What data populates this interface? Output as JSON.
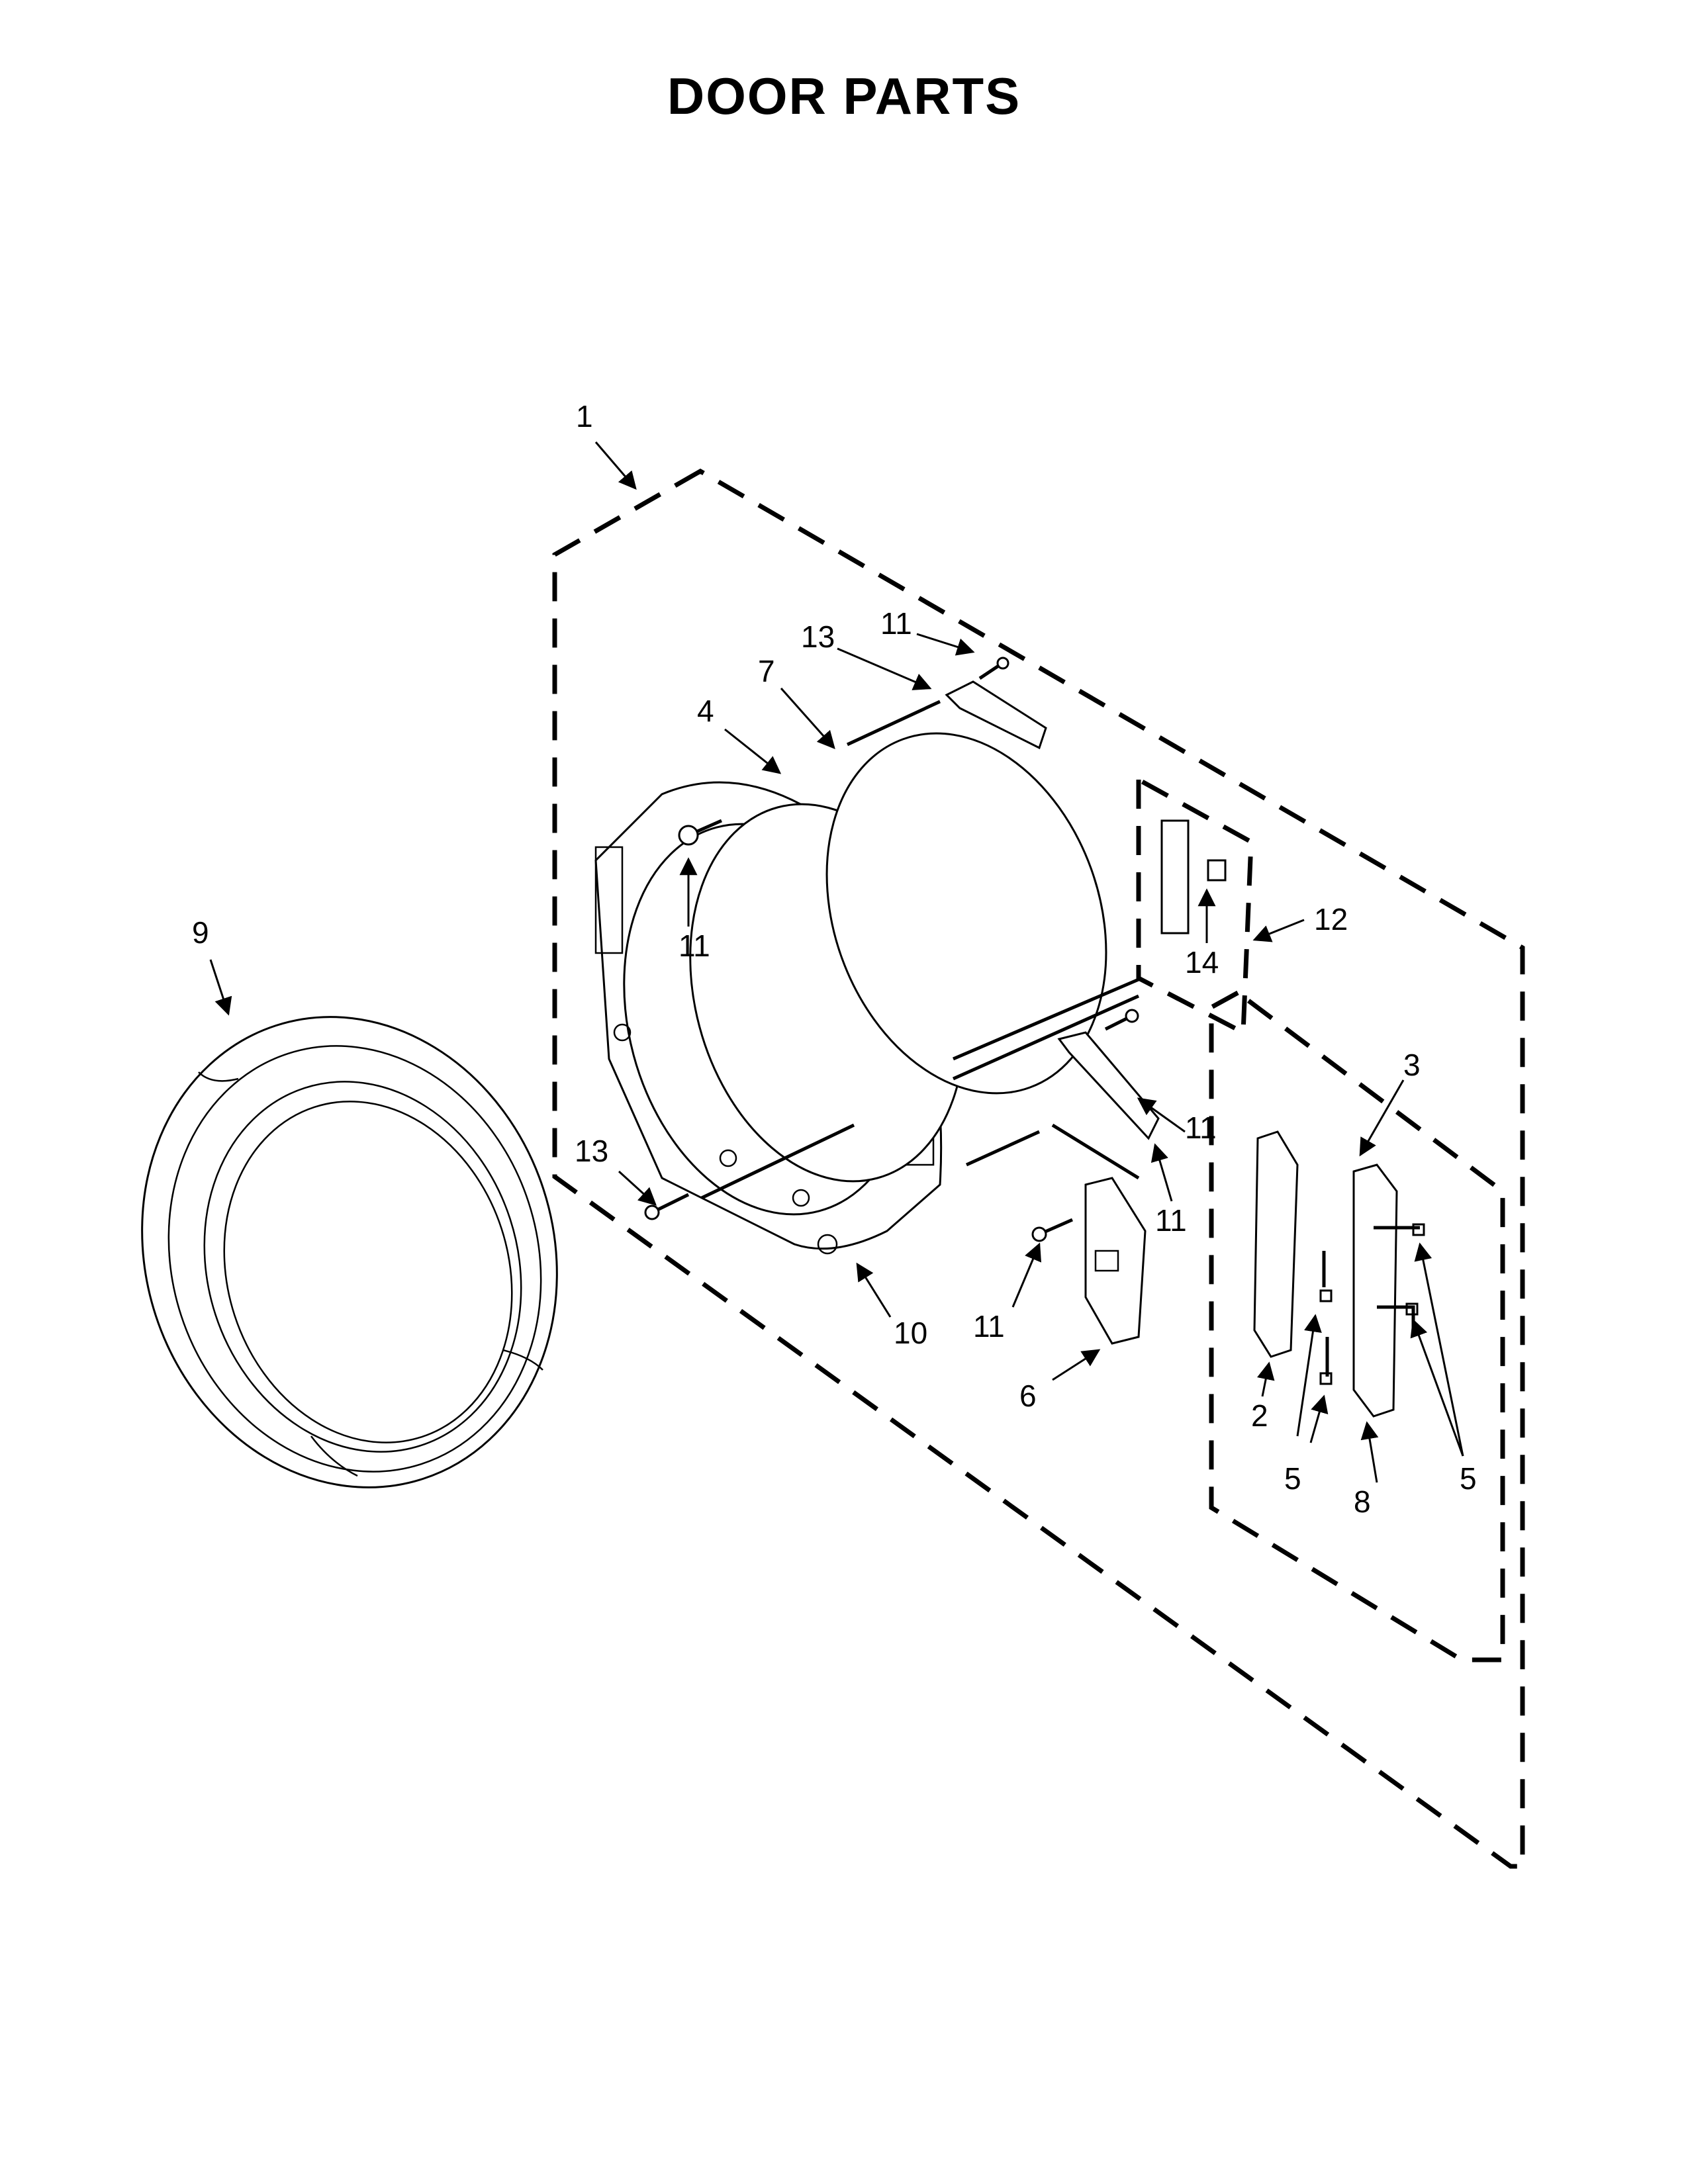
{
  "title": "DOOR PARTS",
  "callouts": [
    {
      "id": "c1",
      "label": "1"
    },
    {
      "id": "c9",
      "label": "9"
    },
    {
      "id": "c4",
      "label": "4"
    },
    {
      "id": "c7",
      "label": "7"
    },
    {
      "id": "c13a",
      "label": "13"
    },
    {
      "id": "c11a",
      "label": "11"
    },
    {
      "id": "c11b",
      "label": "11"
    },
    {
      "id": "c12",
      "label": "12"
    },
    {
      "id": "c14",
      "label": "14"
    },
    {
      "id": "c3",
      "label": "3"
    },
    {
      "id": "c11c",
      "label": "11"
    },
    {
      "id": "c11d",
      "label": "11"
    },
    {
      "id": "c13b",
      "label": "13"
    },
    {
      "id": "c11e",
      "label": "11"
    },
    {
      "id": "c10",
      "label": "10"
    },
    {
      "id": "c6",
      "label": "6"
    },
    {
      "id": "c2",
      "label": "2"
    },
    {
      "id": "c5a",
      "label": "5"
    },
    {
      "id": "c8",
      "label": "8"
    },
    {
      "id": "c5b",
      "label": "5"
    }
  ]
}
